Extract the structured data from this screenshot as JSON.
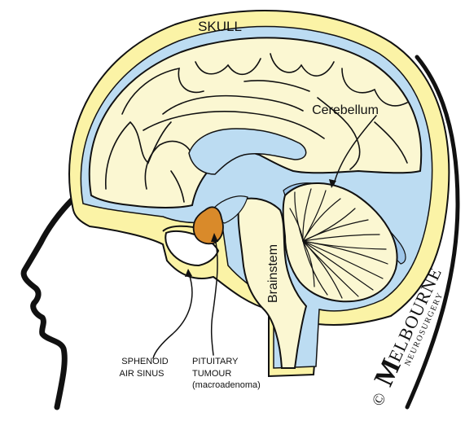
{
  "colors": {
    "skull": "#fbf3a6",
    "brain": "#fbf7d2",
    "csf": "#bcdcf2",
    "csf_dark": "#9ec6ea",
    "tumour": "#d98a2a",
    "outline": "#111111"
  },
  "labels": {
    "skull": "SKULL",
    "cerebellum": "Cerebellum",
    "brainstem": "Brainstem",
    "sphenoid_line1": "SPHENOID",
    "sphenoid_line2": "AIR SINUS",
    "pituitary_line1": "PITUITARY",
    "pituitary_line2": "TUMOUR",
    "pituitary_line3": "(macroadenoma)"
  },
  "watermark": {
    "copyright": "©",
    "big_letter": "M",
    "rest": "ELBOURNE",
    "sub": "NEUROSURGERY"
  }
}
